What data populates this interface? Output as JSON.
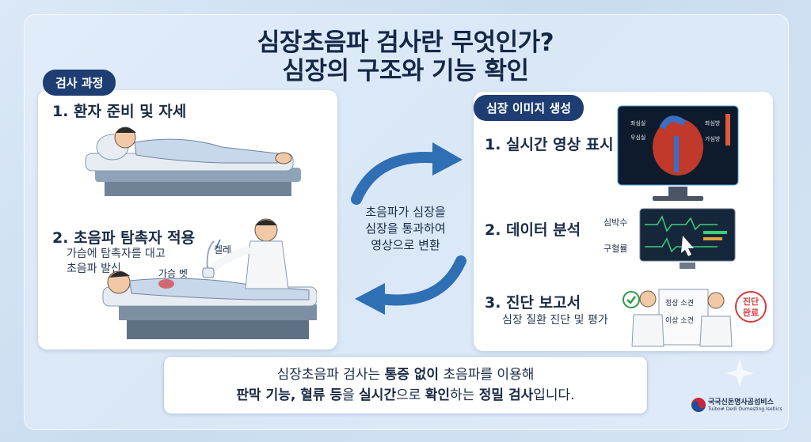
{
  "title": {
    "line1": "심장초음파 검사란 무엇인가?",
    "line2": "심장의 구조와 기능 확인"
  },
  "left_panel": {
    "tag": "검사 과정",
    "step1": "1. 환자 준비 및 자세",
    "step2": "2. 초음파 탐촉자 적용",
    "step2_desc_line1": "가슴에 탐촉자를 대고",
    "step2_desc_line2": "초음파 발신",
    "label_gel": "겔레",
    "label_chest": "가슴 벳"
  },
  "center": {
    "line1": "초음파가 심장을",
    "line2": "심장을 통과하여",
    "line3": "영상으로 변환"
  },
  "right_panel": {
    "tag": "심장 이미지 생성",
    "step1": "1. 실시간 영상 표시",
    "step2": "2. 데이터 분석",
    "step3": "3. 진단 보고서",
    "step3_desc": "심장 질환 진단 및 평가",
    "label_heart_rate": "심박수",
    "label_blood_flow": "구혈률",
    "stamp_line1": "진단",
    "stamp_line2": "완료",
    "report_line1": "정상 소견",
    "report_line2": "이상 소견"
  },
  "bottom": {
    "line1_a": "심장초음파 검사는 ",
    "line1_b": "통증 없이",
    "line1_c": " 초음파를 이용해",
    "line2_a": "판막 기능, 혈류 등",
    "line2_b": "을 ",
    "line2_c": "실시간",
    "line2_d": "으로 ",
    "line2_e": "확인",
    "line2_f": "하는 ",
    "line2_g": "정밀 검사",
    "line2_h": "입니다."
  },
  "logo": {
    "name": "국국신돈명사곰섬비스",
    "sub": "Tuibo# Dedi Oumesting Isetiics"
  },
  "colors": {
    "tag_bg": "#1e3d72",
    "arrow": "#2f6fb3",
    "stamp": "#d23c3c",
    "check": "#2c9a4a"
  }
}
